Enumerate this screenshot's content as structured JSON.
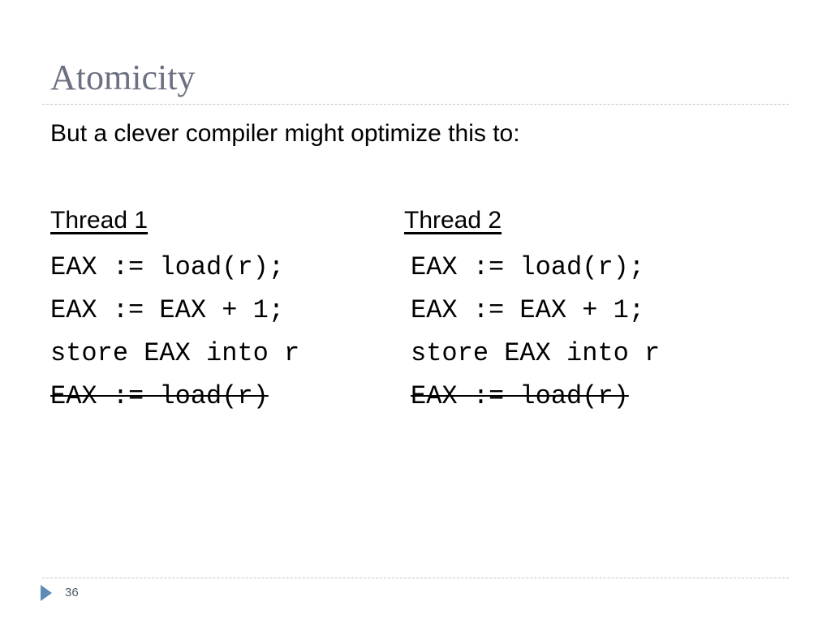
{
  "slide": {
    "title": "Atomicity",
    "subtitle": "But a clever compiler might optimize this to:",
    "page_number": "36"
  },
  "threads": [
    {
      "header": "Thread 1",
      "lines": [
        {
          "text": "EAX := load(r);",
          "struck": false
        },
        {
          "text": "EAX := EAX + 1;",
          "struck": false
        },
        {
          "text": "store EAX into r",
          "struck": false
        },
        {
          "text": "EAX := load(r)",
          "struck": true
        }
      ]
    },
    {
      "header": "Thread 2",
      "lines": [
        {
          "text": "EAX := load(r);",
          "struck": false
        },
        {
          "text": "EAX := EAX + 1;",
          "struck": false
        },
        {
          "text": "store EAX into r",
          "struck": false
        },
        {
          "text": "EAX := load(r)",
          "struck": true
        }
      ]
    }
  ],
  "colors": {
    "title": "#6b7180",
    "rule": "#b9c6d3",
    "footer_arrow": "#5d8bb6"
  }
}
